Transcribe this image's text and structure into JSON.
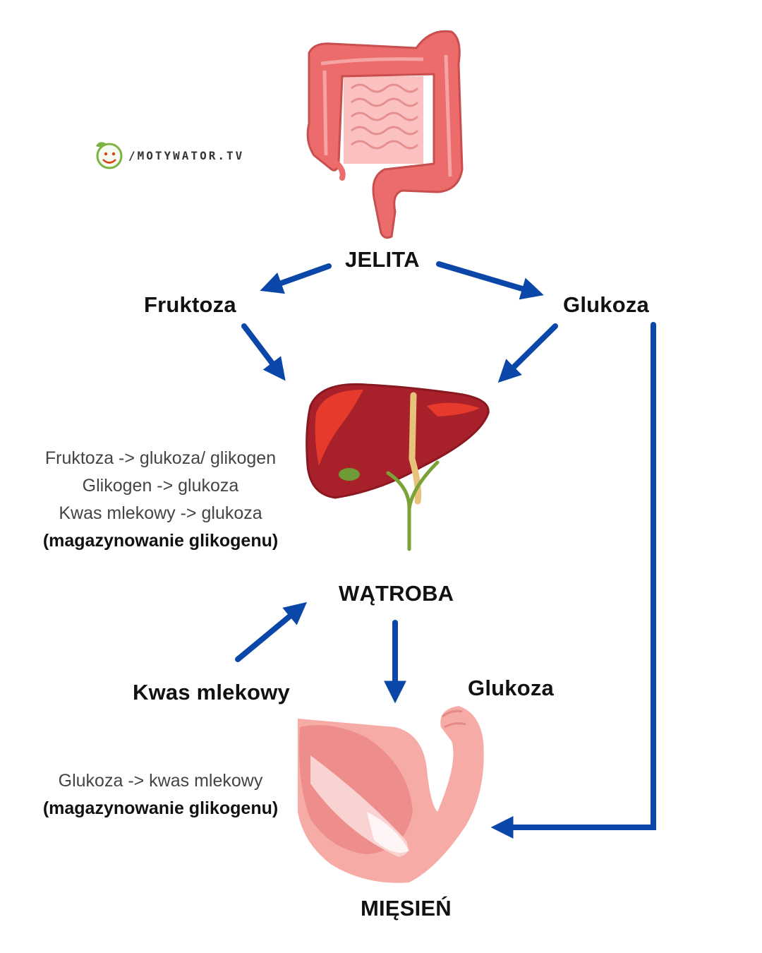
{
  "logo": {
    "text": "/MOTYWATOR.TV",
    "icon": "smiling-face-leaf-icon"
  },
  "organs": {
    "intestines": {
      "label": "JELITA",
      "icon": "intestines-icon"
    },
    "liver": {
      "label": "WĄTROBA",
      "icon": "liver-icon"
    },
    "muscle": {
      "label": "MIĘSIEŃ",
      "icon": "flexed-arm-muscle-icon"
    }
  },
  "flows": {
    "fructose": "Fruktoza",
    "glucose_top": "Glukoza",
    "lactic_acid": "Kwas mlekowy",
    "glucose_liver_to_muscle": "Glukoza"
  },
  "liver_notes": {
    "line1": "Fruktoza -> glukoza/ glikogen",
    "line2": "Glikogen -> glukoza",
    "line3": "Kwas mlekowy -> glukoza",
    "storage": "(magazynowanie glikogenu)"
  },
  "muscle_notes": {
    "line1": "Glukoza -> kwas mlekowy",
    "storage": "(magazynowanie glikogenu)"
  },
  "colors": {
    "arrow": "#0a47a9",
    "intestine": "#e96a6a",
    "liver": "#a8202a",
    "muscle": "#f6a9a6"
  }
}
